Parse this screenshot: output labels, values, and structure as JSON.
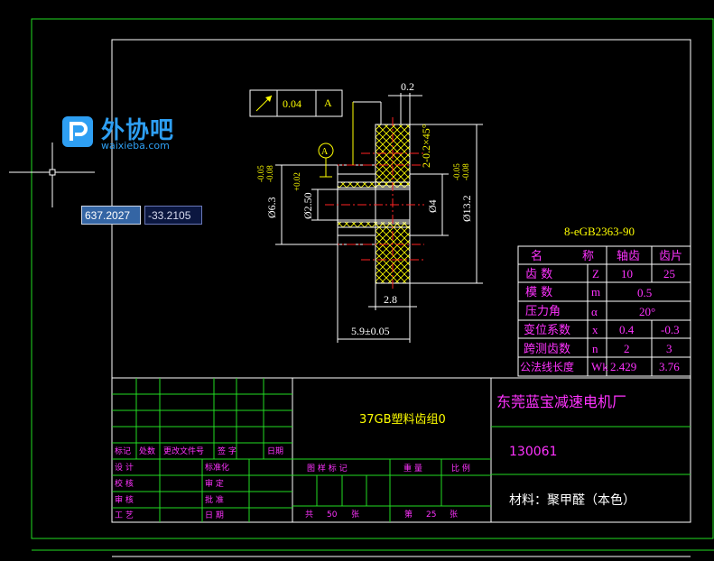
{
  "colors": {
    "background": "#000000",
    "frame": "#22dd22",
    "border": "#ffffff",
    "dimension": "#ffffff",
    "annotation": "#ffff00",
    "table_text": "#ff33ff",
    "centerline": "#ff2222",
    "logo": "#2e9ff3"
  },
  "logo": {
    "name": "外协吧",
    "url": "waixieba.com",
    "icon": "document-p-icon"
  },
  "cursor": {
    "x_value": "637.2027",
    "y_value": "-33.2105"
  },
  "tolerance_frame": {
    "symbol": "runout-arrow-icon",
    "value": "0.04",
    "datum": "A"
  },
  "datum_label": "A",
  "dimensions": {
    "top_width": "0.2",
    "chamfer": "2-0.2×45°",
    "d63": "Ø6.3",
    "d63_tol_top": "-0.05",
    "d63_tol_bottom": "-0.08",
    "d25": "Ø2.50",
    "d25_tol": "+0.02",
    "d4": "Ø4",
    "d132": "Ø13.2",
    "d132_tol_top": "-0.05",
    "d132_tol_bottom": "-0.08",
    "w28": "2.8",
    "w59": "5.9±0.05"
  },
  "standard": "8-eGB2363-90",
  "gear_table": {
    "headers": [
      "名",
      "称",
      "轴齿",
      "齿片"
    ],
    "rows": [
      {
        "name": "齿 数",
        "symbol": "Z",
        "shaft": "10",
        "piece": "25"
      },
      {
        "name": "模 数",
        "symbol": "m",
        "merged": "0.5"
      },
      {
        "name": "压力角",
        "symbol": "α",
        "merged": "20°"
      },
      {
        "name": "变位系数",
        "symbol": "x",
        "shaft": "0.4",
        "piece": "-0.3"
      },
      {
        "name": "跨测齿数",
        "symbol": "n",
        "shaft": "2",
        "piece": "3"
      },
      {
        "name": "公法线长度",
        "symbol": "Wk",
        "shaft": "2.429",
        "piece": "3.76"
      }
    ]
  },
  "title_block": {
    "part_name": "37GB塑料齿组0",
    "company": "东莞蓝宝减速电机厂",
    "drawing_no": "130061",
    "material": "材料：聚甲醛（本色）",
    "rev_labels": [
      "标记",
      "处数",
      "更改文件号",
      "签 字",
      "日期"
    ],
    "left_labels": [
      "设 计",
      "校 核",
      "审 核",
      "工 艺"
    ],
    "mid_labels": [
      "标准化",
      "审 定",
      "批 准",
      "日 期"
    ],
    "mark_header": [
      "图 样 标 记",
      "重 量",
      "比 例"
    ],
    "sheet_total_label": "共",
    "sheet_total": "50",
    "sheet_unit": "张",
    "sheet_no_label": "第",
    "sheet_no": "25",
    "sheet_no_unit": "张"
  }
}
